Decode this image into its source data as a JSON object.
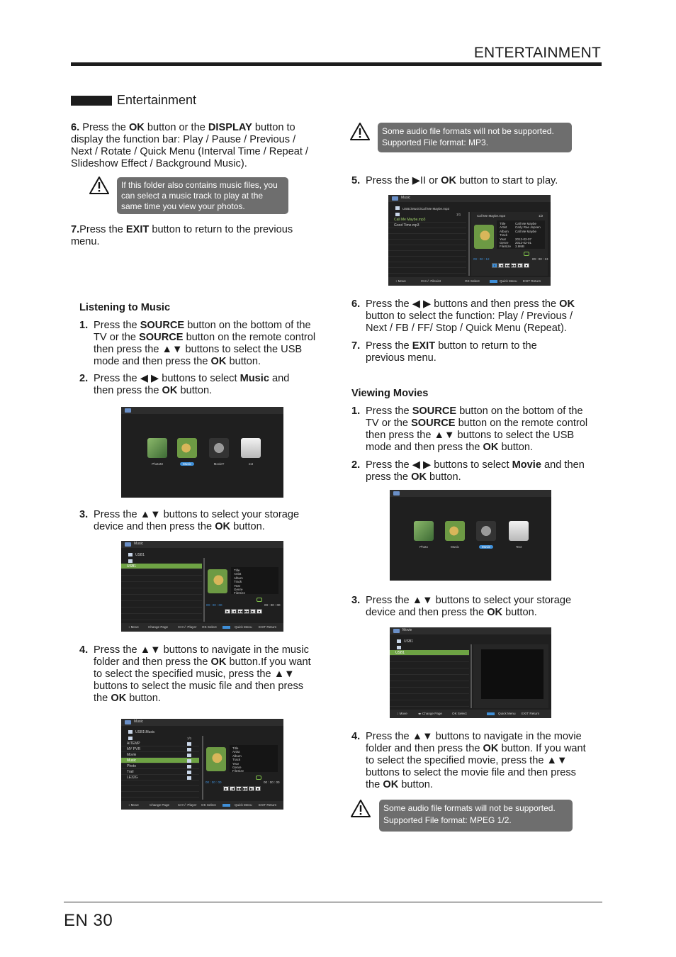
{
  "header": {
    "title": "ENTERTAINMENT"
  },
  "section": {
    "title": "Entertainment"
  },
  "photo_steps": {
    "s6_num": "6.",
    "s6_text_a": " Press the ",
    "s6_ok": "OK",
    "s6_text_b": " button or the ",
    "s6_display": "DISPLAY",
    "s6_text_c": " button to display the function bar: Play / Pause / Previous / Next / Rotate / Quick Menu (Interval Time / Repeat / Slideshow Effect / Background Music).",
    "note": "If this folder also contains music files, you can select a music track to play at the same time you view your photos.",
    "s7_num": "7.",
    "s7_text_a": "Press the ",
    "s7_exit": "EXIT",
    "s7_text_b": " button to return to the previous menu."
  },
  "music": {
    "heading": "Listening to Music",
    "steps": [
      {
        "num": "1.",
        "parts": [
          "Press the ",
          "SOURCE",
          " button on the bottom of the TV or the ",
          "SOURCE",
          " button on the remote control then press the ▲▼ buttons to select the USB mode and then press the ",
          "OK",
          " button."
        ]
      },
      {
        "num": "2.",
        "parts": [
          "Press the ◀ ▶ buttons to select ",
          "Music",
          " and then press the ",
          "OK",
          " button."
        ]
      },
      {
        "num": "3.",
        "parts": [
          "Press the ▲▼ buttons to select your storage device and then press the ",
          "OK",
          " button."
        ]
      },
      {
        "num": "4.",
        "parts": [
          "Press the ▲▼ buttons to navigate in the music folder and then press the ",
          "OK",
          " button.If you want to select the specified music, press the ▲▼ buttons to select the music file and then press the ",
          "OK",
          " button."
        ]
      },
      {
        "num": "5.",
        "parts": [
          "Press the ▶II or ",
          "OK",
          " button to start to play."
        ]
      },
      {
        "num": "6.",
        "parts": [
          "Press the ◀ ▶ buttons and then press the ",
          "OK",
          " button to select the function: Play / Previous / Next / FB / FF/ Stop / Quick Menu (Repeat)."
        ]
      },
      {
        "num": "7.",
        "parts": [
          "Press the ",
          "EXIT",
          " button to return to the previous menu."
        ]
      }
    ],
    "note": "Some audio file formats will not be supported. Supported File format: MP3."
  },
  "movies": {
    "heading": "Viewing Movies",
    "steps": [
      {
        "num": "1.",
        "parts": [
          "Press the ",
          "SOURCE",
          " button on the bottom of the TV or the ",
          "SOURCE",
          " button on the remote control then press the ▲▼ buttons to select the USB mode and then press the ",
          "OK",
          " button."
        ]
      },
      {
        "num": "2.",
        "parts": [
          "Press the ◀ ▶ buttons to select ",
          "Movie",
          " and then press the ",
          "OK",
          " button."
        ]
      },
      {
        "num": "3.",
        "parts": [
          "Press the ▲▼ buttons to select your storage device and then press the ",
          "OK",
          " button."
        ]
      },
      {
        "num": "4.",
        "parts": [
          "Press the ▲▼ buttons to navigate in the movie folder and then press the ",
          "OK",
          " button. If you want to select the specified movie, press the ▲▼ buttons to select the movie file and then press the ",
          "OK",
          " button."
        ]
      }
    ],
    "note": "Some audio file formats will not be supported. Supported File format: MPEG 1/2."
  },
  "screens": {
    "home_music": {
      "items": [
        "PhotoM",
        "Music",
        "MovieT",
        "ext"
      ]
    },
    "home_movie": {
      "items": [
        "Photo",
        "Music",
        "Movie",
        "Text"
      ]
    },
    "music_label": "Music",
    "movie_label": "Movie",
    "usb1": "USB1",
    "usb_music_path": "USB1\\Music",
    "page": "1/1",
    "folders": [
      "AITEMP",
      "MY PVR",
      "Movie",
      "Music",
      "Photo",
      "Trail",
      "LE32G"
    ],
    "info_fields": [
      "Title",
      "Artist",
      "Album",
      "Track",
      "Year",
      "Genre",
      "FileSize"
    ],
    "time_start": "00 : 00 : 00",
    "time_end": "00 : 00 : 00",
    "play": {
      "path": "USB1\\Music\\Call Me Maybe.mp3",
      "page_left": "1/1",
      "files": [
        "Call Me Maybe.mp3",
        "Good Time.mp3"
      ],
      "now_title": "Call Me Maybe.mp3",
      "page_right": "1/2",
      "values": [
        "Call Me Maybe",
        "Carly Rae Jepsen",
        "Call Me Maybe",
        "",
        "2012-02-07",
        "2012-02-01",
        "3.9MB"
      ],
      "time_cur": "00 : 00 : 12",
      "time_total": "00 : 00 : 13"
    },
    "footer": {
      "move": "Move",
      "change_page": "Change Page",
      "player": "CH+/-  Player",
      "filelist": "CH+/-  FileList",
      "ok_select": "OK   Select",
      "quick_menu": "Quick Menu",
      "exit_return": "EXIT  Return"
    }
  },
  "page_number": "EN 30"
}
